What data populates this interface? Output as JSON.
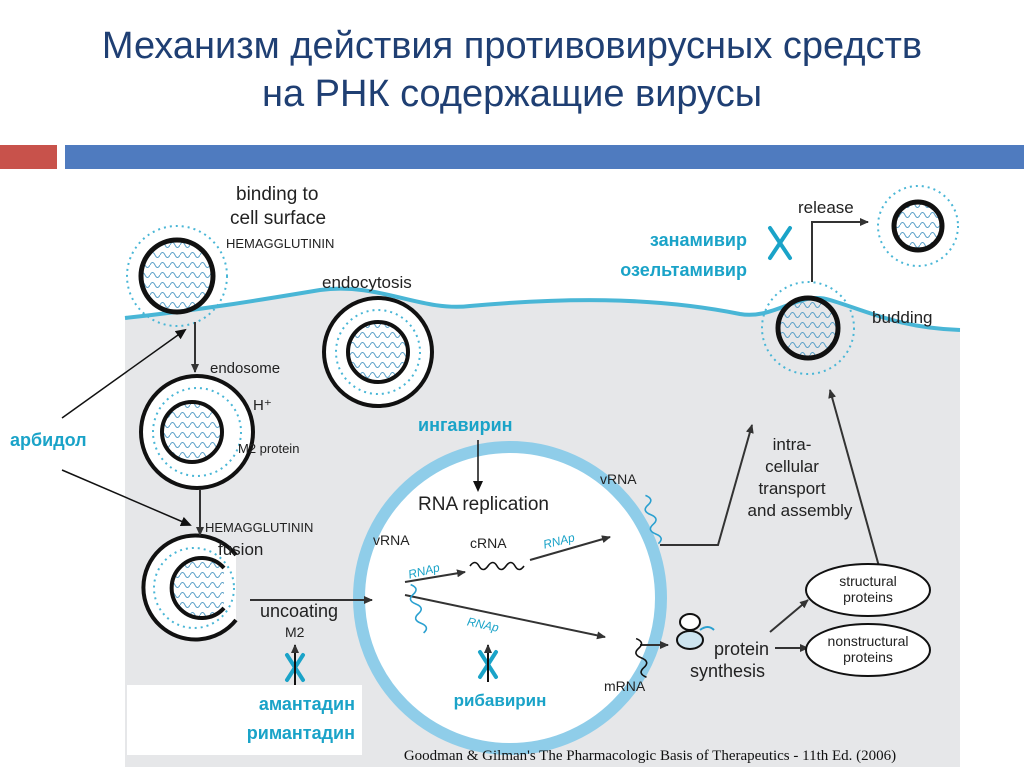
{
  "slide": {
    "title_line1": "Механизм действия противовирусных средств",
    "title_line2": "на РНК содержащие вирусы",
    "colors": {
      "title": "#1f3f73",
      "accent_red": "#c8524b",
      "accent_blue": "#4f7bbf",
      "drug_label": "#1aa3c8",
      "cell": "#e6e7e9"
    }
  },
  "diagram": {
    "binding_1": "binding to",
    "binding_2": "cell surface",
    "hemagglutinin": "HEMAGGLUTININ",
    "endocytosis": "endocytosis",
    "endosome": "endosome",
    "h_plus": "H⁺",
    "m2_protein": "M2 protein",
    "hemagglutinin_fusion_1": "HEMAGGLUTININ",
    "hemagglutinin_fusion_2": "fusion",
    "uncoating": "uncoating",
    "m2": "M2",
    "rna_replication": "RNA replication",
    "vrna_in": "vRNA",
    "crna": "cRNA",
    "rnap_1": "RNAp",
    "rnap_2": "RNAp",
    "rnap_3": "RNAp",
    "vrna_out": "vRNA",
    "mrna": "mRNA",
    "protein_synthesis_1": "protein",
    "protein_synthesis_2": "synthesis",
    "structural_1": "structural",
    "structural_2": "proteins",
    "nonstructural_1": "nonstructural",
    "nonstructural_2": "proteins",
    "transport_1": "intra-",
    "transport_2": "cellular",
    "transport_3": "transport",
    "transport_4": "and assembly",
    "release": "release",
    "budding": "budding"
  },
  "drugs": {
    "arbidol": "арбидол",
    "ingavirin": "ингавирин",
    "zanamivir": "занамивир",
    "oseltamivir": "озельтамивир",
    "amantadine": "амантадин",
    "rimantadine": "римантадин",
    "ribavirin": "рибавирин"
  },
  "citation": "Goodman & Gilman's The Pharmacologic Basis of Therapeutics - 11th Ed. (2006)"
}
